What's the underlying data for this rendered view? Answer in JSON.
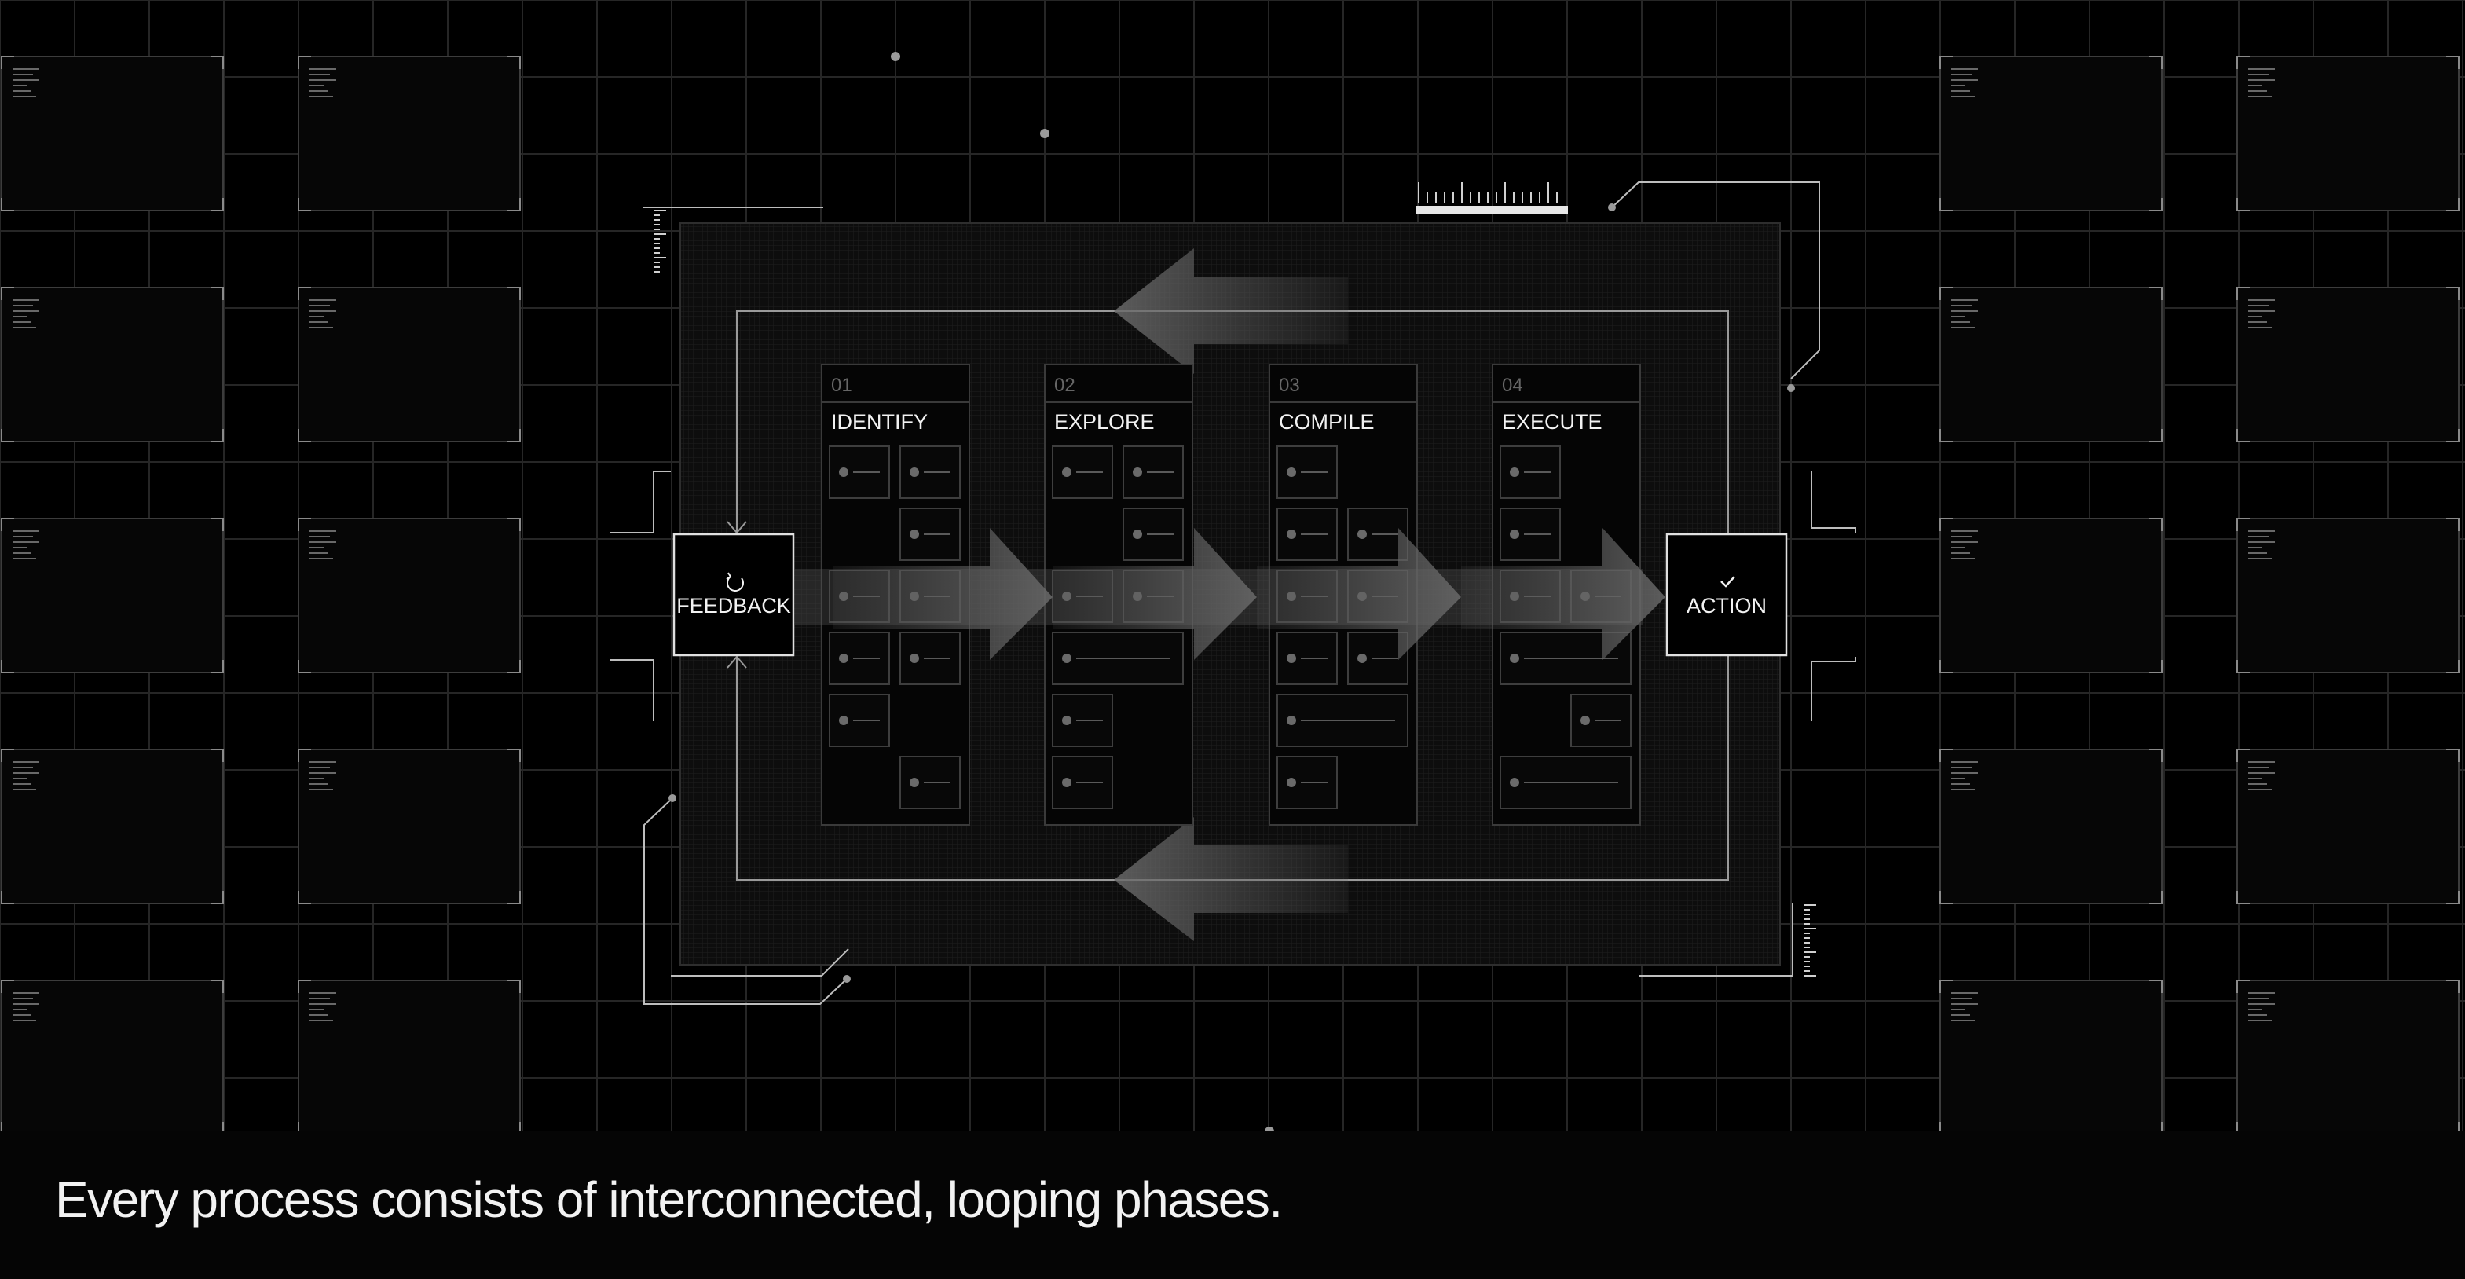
{
  "diagram": {
    "phases": [
      {
        "number": "01",
        "label": "IDENTIFY"
      },
      {
        "number": "02",
        "label": "EXPLORE"
      },
      {
        "number": "03",
        "label": "COMPILE"
      },
      {
        "number": "04",
        "label": "EXECUTE"
      }
    ],
    "feedback": {
      "label": "FEEDBACK",
      "icon": "refresh-icon"
    },
    "action": {
      "label": "ACTION",
      "icon": "check-icon"
    }
  },
  "caption": "Every process consists of interconnected, looping phases.",
  "colors": {
    "background": "#000000",
    "grid": "#2a2a2a",
    "line": "#bdbdbd",
    "text": "#f2f2f2",
    "panel": "#060606"
  }
}
